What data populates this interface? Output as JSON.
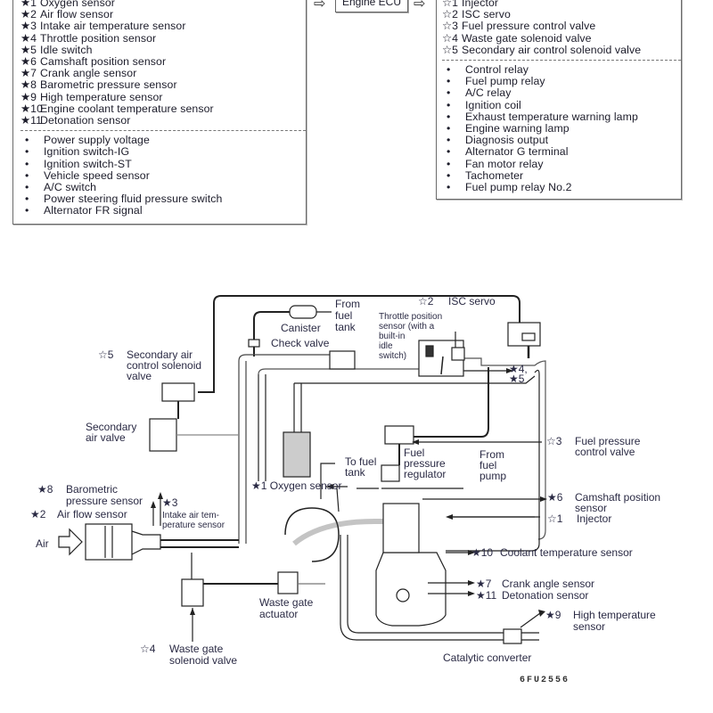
{
  "inputs_panel": {
    "sensors": [
      {
        "mark": "★1",
        "label": "Oxygen sensor"
      },
      {
        "mark": "★2",
        "label": "Air flow sensor"
      },
      {
        "mark": "★3",
        "label": "Intake air temperature sensor"
      },
      {
        "mark": "★4",
        "label": "Throttle position sensor"
      },
      {
        "mark": "★5",
        "label": "Idle switch"
      },
      {
        "mark": "★6",
        "label": "Camshaft position sensor"
      },
      {
        "mark": "★7",
        "label": "Crank angle sensor"
      },
      {
        "mark": "★8",
        "label": "Barometric pressure sensor"
      },
      {
        "mark": "★9",
        "label": "High temperature sensor"
      },
      {
        "mark": "★10",
        "label": "Engine coolant temperature sensor"
      },
      {
        "mark": "★11",
        "label": "Detonation sensor"
      }
    ],
    "signals": [
      {
        "mark": "•",
        "label": "Power supply voltage"
      },
      {
        "mark": "•",
        "label": "Ignition switch-IG"
      },
      {
        "mark": "•",
        "label": "Ignition switch-ST"
      },
      {
        "mark": "•",
        "label": "Vehicle speed sensor"
      },
      {
        "mark": "•",
        "label": "A/C switch"
      },
      {
        "mark": "•",
        "label": "Power steering fluid pressure switch"
      },
      {
        "mark": "•",
        "label": "Alternator FR signal"
      }
    ]
  },
  "ecu": {
    "label": "Engine ECU",
    "arrow_in": "⇨",
    "arrow_out": "⇨"
  },
  "outputs_panel": {
    "actuators": [
      {
        "mark": "☆1",
        "label": "Injector"
      },
      {
        "mark": "☆2",
        "label": "ISC servo"
      },
      {
        "mark": "☆3",
        "label": "Fuel pressure control valve"
      },
      {
        "mark": "☆4",
        "label": "Waste gate solenoid valve"
      },
      {
        "mark": "☆5",
        "label": "Secondary air control solenoid valve"
      }
    ],
    "relays": [
      {
        "mark": "•",
        "label": "Control relay"
      },
      {
        "mark": "•",
        "label": "Fuel pump relay"
      },
      {
        "mark": "•",
        "label": "A/C relay"
      },
      {
        "mark": "•",
        "label": "Ignition coil"
      },
      {
        "mark": "•",
        "label": "Exhaust temperature warning lamp"
      },
      {
        "mark": "•",
        "label": "Engine warning lamp"
      },
      {
        "mark": "•",
        "label": "Diagnosis output"
      },
      {
        "mark": "•",
        "label": "Alternator G terminal"
      },
      {
        "mark": "•",
        "label": "Fan motor relay"
      },
      {
        "mark": "•",
        "label": "Tachometer"
      },
      {
        "mark": "•",
        "label": "Fuel pump relay No.2"
      }
    ]
  },
  "diagram": {
    "labels": {
      "from_fuel_tank": [
        "From",
        "fuel",
        "tank"
      ],
      "canister": "Canister",
      "check_valve": "Check valve",
      "isc_mark": "☆2",
      "isc_servo": "ISC servo",
      "throttle_sensor": [
        "Throttle position",
        "sensor (with a",
        "built-in",
        "idle",
        "switch)"
      ],
      "star45": [
        "★4,",
        "★5"
      ],
      "sec_air_sol_mark": "☆5",
      "sec_air_sol": [
        "Secondary   air",
        "control solenoid",
        "valve"
      ],
      "sec_air_valve": [
        "Secondary",
        "air valve"
      ],
      "fuel_pc_mark": "☆3",
      "fuel_pc": [
        "Fuel pressure",
        "control valve"
      ],
      "to_fuel_tank": [
        "To fuel",
        "tank"
      ],
      "fuel_pressure_reg": [
        "Fuel",
        "pressure",
        "regulator"
      ],
      "from_fuel_pump": [
        "From",
        "fuel",
        "pump"
      ],
      "oxygen_sensor": "★1 Oxygen sensor",
      "cam_mark": "★6",
      "cam": [
        "Camshaft  position",
        "sensor"
      ],
      "inj_mark": "☆1",
      "injector": "Injector",
      "baro_mark": "★8",
      "baro": [
        "Barometric",
        "pressure sensor"
      ],
      "airflow_mark": "★2",
      "airflow": "Air flow sensor",
      "intake_mark": "★3",
      "intake": [
        "Intake air tem-",
        "perature sensor"
      ],
      "air": "Air",
      "coolant_mark": "★10",
      "coolant": "Coolant temperature sensor",
      "crank_mark": "★7",
      "crank": "Crank angle sensor",
      "deton_mark": "★11",
      "deton": "Detonation sensor",
      "hightemp_mark": "★9",
      "hightemp": [
        "High  temperature",
        "sensor"
      ],
      "wg_actuator": [
        "Waste gate",
        "actuator"
      ],
      "wg_sol_mark": "☆4",
      "wg_sol": [
        "Waste gate",
        "solenoid valve"
      ],
      "catalytic": "Catalytic converter"
    },
    "figure_code": "6FU2556"
  }
}
